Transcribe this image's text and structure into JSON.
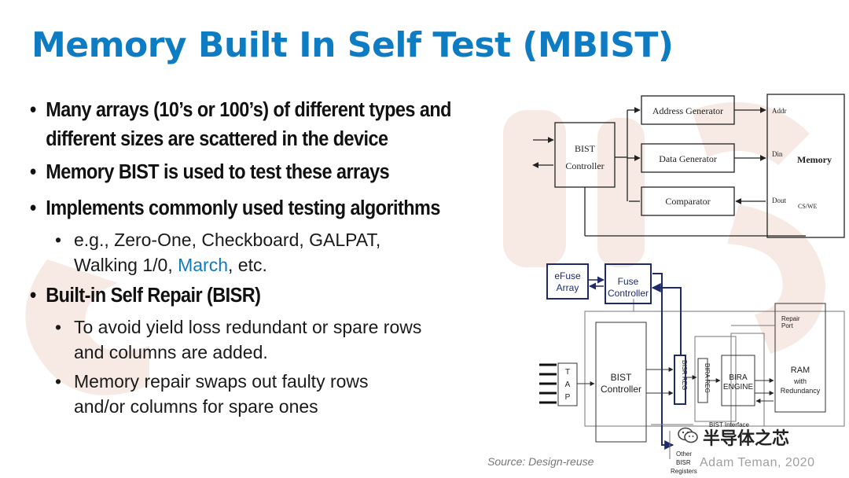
{
  "slide": {
    "title": "Memory Built In Self Test (MBIST)",
    "bullets": [
      {
        "level": 1,
        "lines": [
          "Many arrays (10’s or 100’s) of different types and",
          "different sizes are scattered in the device"
        ]
      },
      {
        "level": 1,
        "lines": [
          "Memory BIST is used to test these arrays"
        ]
      },
      {
        "level": 1,
        "lines": [
          "Implements commonly used testing algorithms"
        ]
      },
      {
        "level": 2,
        "line1": "e.g., Zero-One, Checkboard, GALPAT,",
        "line2_pre": "Walking 1/0, ",
        "line2_hl": "March",
        "line2_post": ", etc."
      },
      {
        "level": 1,
        "lines": [
          "Built-in Self Repair (BISR)"
        ]
      },
      {
        "level": 2,
        "lines": [
          "To avoid yield loss redundant or spare rows",
          "and columns are added."
        ]
      },
      {
        "level": 2,
        "lines": [
          "Memory repair swaps out faulty rows",
          "and/or columns for spare ones"
        ]
      }
    ]
  },
  "diagram_top": {
    "bist_controller": [
      "BIST",
      "Controller"
    ],
    "address_generator": "Address Generator",
    "data_generator": "Data Generator",
    "comparator": "Comparator",
    "memory": "Memory",
    "port_addr": "Addr",
    "port_din": "Din",
    "port_dout": "Dout",
    "port_cswe": "CS/WE"
  },
  "diagram_bottom": {
    "efuse_array": [
      "eFuse",
      "Array"
    ],
    "fuse_controller": [
      "Fuse",
      "Controller"
    ],
    "tap": [
      "T",
      "A",
      "P"
    ],
    "bist_controller": [
      "BIST",
      "Controller"
    ],
    "bisr_reg": "BISR REG",
    "bira_reg": "BIRA REG",
    "bira_engine": [
      "BIRA",
      "ENGINE"
    ],
    "repair_port": [
      "Repair",
      "Port"
    ],
    "ram": [
      "RAM",
      "with",
      "Redundancy"
    ],
    "bist_interface": "BIST Interface",
    "other_bisr": [
      "Other",
      "BISR",
      "Registers"
    ]
  },
  "footer": {
    "source": "Source: Design-reuse",
    "author": "Adam Teman, 2020",
    "wechat": "半导体之芯"
  },
  "colors": {
    "title_blue": "#0e7cc3",
    "diagram_blue": "#1f2a6b",
    "watermark": "#f6e6e0"
  }
}
